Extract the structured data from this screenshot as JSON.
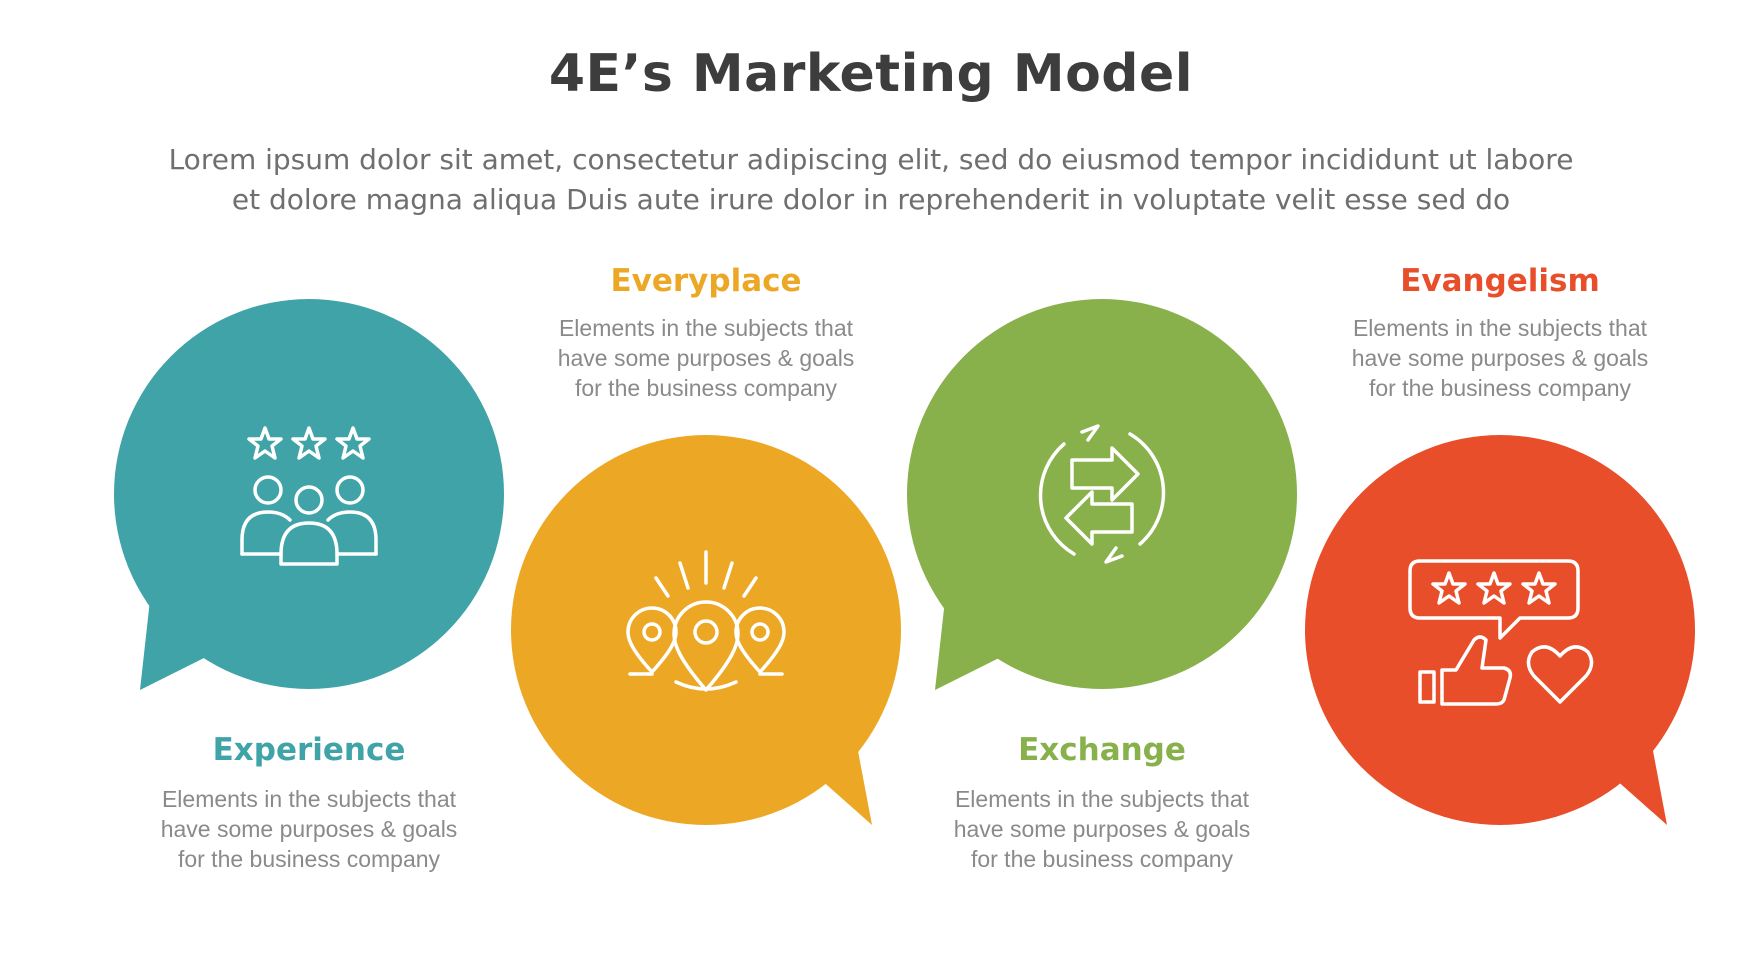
{
  "header": {
    "title": "4E’s Marketing Model",
    "subtitle_line1": "Lorem ipsum dolor sit amet, consectetur adipiscing elit, sed do eiusmod tempor incididunt ut labore",
    "subtitle_line2": "et dolore magna aliqua Duis aute irure dolor in reprehenderit in voluptate velit esse sed do"
  },
  "items": [
    {
      "label": "Experience",
      "description": "Elements in the subjects that\nhave  some purposes & goals\nfor the  business company",
      "color": "#3fa3a8",
      "icon": "people-rating-icon"
    },
    {
      "label": "Everyplace",
      "description": "Elements in the subjects that\nhave  some purposes & goals\nfor the  business company",
      "color": "#eca825",
      "icon": "location-pins-icon"
    },
    {
      "label": "Exchange",
      "description": "Elements in the subjects that\nhave  some purposes & goals\nfor the  business company",
      "color": "#88b04b",
      "icon": "exchange-arrows-icon"
    },
    {
      "label": "Evangelism",
      "description": "Elements in the subjects that\nhave  some purposes & goals\nfor the  business company",
      "color": "#e84e2a",
      "icon": "review-like-heart-icon"
    }
  ]
}
